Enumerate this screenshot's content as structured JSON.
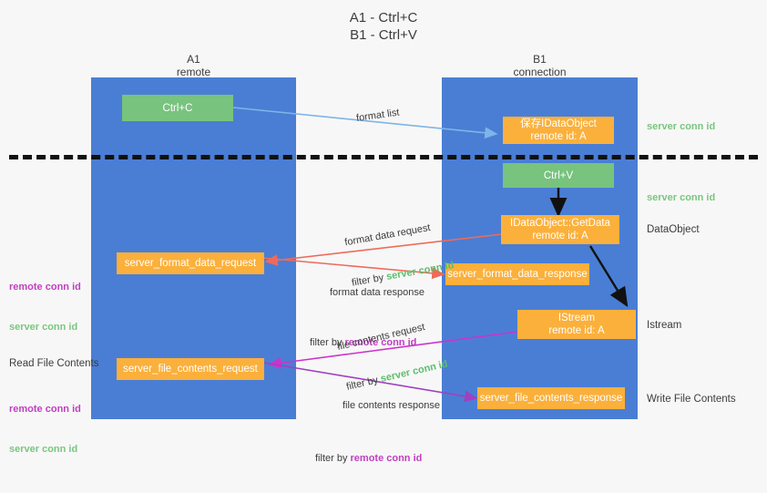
{
  "title": {
    "line1": "A1 - Ctrl+C",
    "line2": "B1 - Ctrl+V"
  },
  "columns": [
    {
      "name": "A1",
      "role": "remote"
    },
    {
      "name": "B1",
      "role": "connection"
    }
  ],
  "nodes": [
    {
      "id": "ctrl-c",
      "line1": "Ctrl+C",
      "line2": "",
      "color": "#78c37e"
    },
    {
      "id": "save-idataobject",
      "line1": "保存IDataObject",
      "line2": "remote id: A",
      "color": "#fbb03b"
    },
    {
      "id": "ctrl-v",
      "line1": "Ctrl+V",
      "line2": "",
      "color": "#78c37e"
    },
    {
      "id": "getdata",
      "line1": "IDataObject::GetData",
      "line2": "remote id: A",
      "color": "#fbb03b"
    },
    {
      "id": "server-format-data-request",
      "line1": "server_format_data_request",
      "line2": "",
      "color": "#fbb03b"
    },
    {
      "id": "server-format-data-response",
      "line1": "server_format_data_response",
      "line2": "",
      "color": "#fbb03b"
    },
    {
      "id": "istream",
      "line1": "IStream",
      "line2": "remote id: A",
      "color": "#fbb03b"
    },
    {
      "id": "server-file-contents-request",
      "line1": "server_file_contents_request",
      "line2": "",
      "color": "#fbb03b"
    },
    {
      "id": "server-file-contents-response",
      "line1": "server_file_contents_response",
      "line2": "",
      "color": "#fbb03b"
    }
  ],
  "edges": [
    {
      "id": "format-list",
      "label": "format list",
      "filter_prefix": "",
      "filter_term": "",
      "color": "#7fb4e8"
    },
    {
      "id": "format-data-request",
      "label": "format data request",
      "filter_prefix": "filter by ",
      "filter_term": "server conn id",
      "color": "#ef6a5a"
    },
    {
      "id": "format-data-response",
      "label": "format data response",
      "filter_prefix": "filter by ",
      "filter_term": "remote conn id",
      "color": "#ef6a5a"
    },
    {
      "id": "file-contents-request",
      "label": "file contents request",
      "filter_prefix": "filter by ",
      "filter_term": "server conn id",
      "color": "#cc33cc"
    },
    {
      "id": "file-contents-response",
      "label": "file contents response",
      "filter_prefix": "filter by ",
      "filter_term": "remote conn id",
      "color": "#a040c0"
    }
  ],
  "right_labels": [
    {
      "id": "r1",
      "text": "server conn id",
      "style": "green"
    },
    {
      "id": "r2",
      "text": "server conn id",
      "style": "green"
    },
    {
      "id": "r3",
      "text": "DataObject",
      "style": "plain"
    },
    {
      "id": "r4",
      "text": "Istream",
      "style": "plain"
    },
    {
      "id": "r5",
      "text": "Write File Contents",
      "style": "plain"
    }
  ],
  "left_labels": [
    {
      "id": "l1a",
      "text": "remote conn id",
      "style": "purple"
    },
    {
      "id": "l1b",
      "text": "server conn id",
      "style": "green"
    },
    {
      "id": "l2",
      "text": "Read File Contents",
      "style": "plain"
    },
    {
      "id": "l3a",
      "text": "remote conn id",
      "style": "purple"
    },
    {
      "id": "l3b",
      "text": "server conn id",
      "style": "green"
    }
  ],
  "colors": {
    "lane": "#4a7ed4",
    "green_node": "#78c37e",
    "orange_node": "#fbb03b",
    "divider": "#111111",
    "background": "#f7f7f7"
  }
}
